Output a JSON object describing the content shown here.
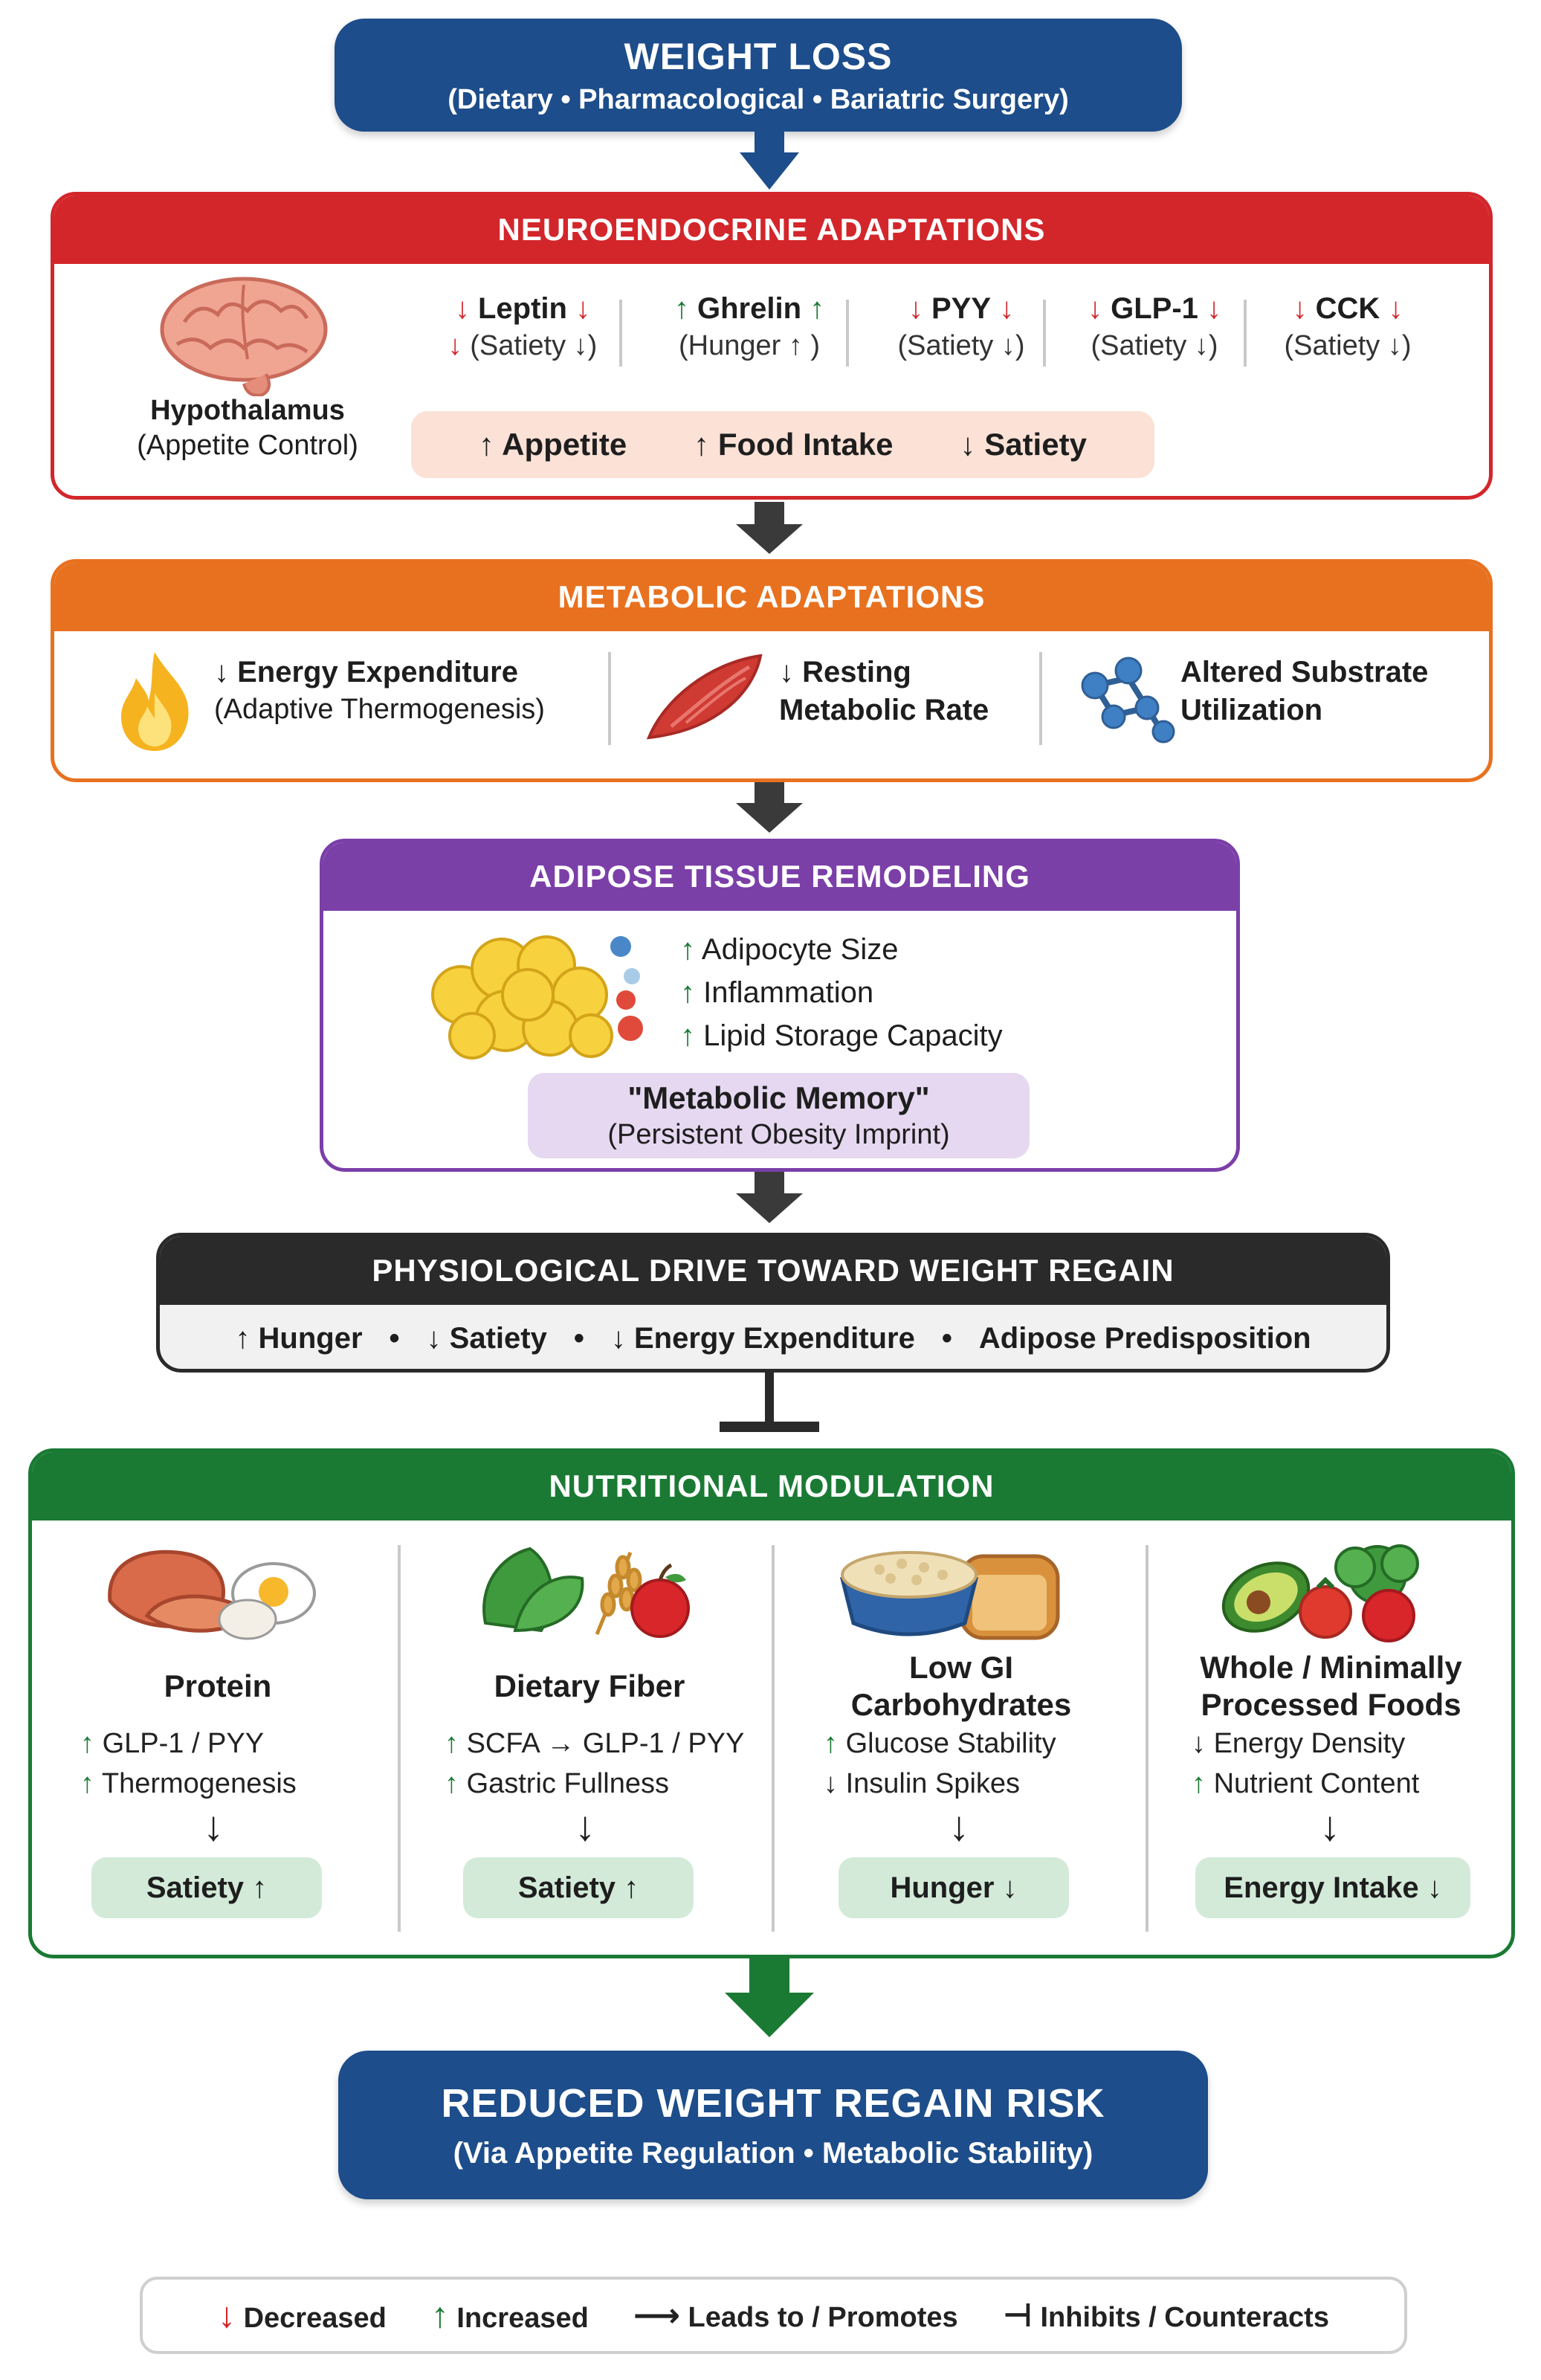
{
  "weight_loss": {
    "title": "WEIGHT LOSS",
    "subtitle": "(Dietary • Pharmacological • Bariatric Surgery)"
  },
  "neuro": {
    "header": "NEUROENDOCRINE ADAPTATIONS",
    "brain_label": "Hypothalamus",
    "brain_sublabel": "(Appetite Control)",
    "hormones": [
      {
        "name": "Leptin",
        "effect": "(Satiety ↓)",
        "dir": "down"
      },
      {
        "name": "Ghrelin",
        "effect": "(Hunger ↑ )",
        "dir": "up"
      },
      {
        "name": "PYY",
        "effect": "(Satiety ↓)",
        "dir": "down"
      },
      {
        "name": "GLP-1",
        "effect": "(Satiety ↓)",
        "dir": "down"
      },
      {
        "name": "CCK",
        "effect": "(Satiety ↓)",
        "dir": "down"
      }
    ],
    "outcomes": [
      "Appetite",
      "Food Intake",
      "Satiety"
    ]
  },
  "metabolic": {
    "header": "METABOLIC ADAPTATIONS",
    "items": [
      {
        "line1": "Energy Expenditure",
        "line2": "(Adaptive Thermogenesis)"
      },
      {
        "line1": "Resting",
        "line2": "Metabolic Rate"
      },
      {
        "line1": "Altered Substrate",
        "line2": "Utilization"
      }
    ]
  },
  "adipose": {
    "header": "ADIPOSE TISSUE REMODELING",
    "effects": [
      "Adipocyte Size",
      "Inflammation",
      "Lipid Storage Capacity"
    ],
    "memory_title": "\"Metabolic Memory\"",
    "memory_sub": "(Persistent Obesity Imprint)"
  },
  "drive": {
    "header": "PHYSIOLOGICAL DRIVE TOWARD WEIGHT REGAIN",
    "items": [
      "Hunger",
      "Satiety",
      "Energy Expenditure",
      "Adipose Predisposition"
    ]
  },
  "nutrition": {
    "header": "NUTRITIONAL MODULATION",
    "columns": [
      {
        "title1": "Protein",
        "title2": "",
        "eff1": "GLP-1 / PYY",
        "eff2": "Thermogenesis",
        "outcome": "Satiety ↑"
      },
      {
        "title1": "Dietary Fiber",
        "title2": "",
        "eff1": "SCFA → GLP-1 / PYY",
        "eff2": "Gastric Fullness",
        "outcome": "Satiety ↑"
      },
      {
        "title1": "Low GI",
        "title2": "Carbohydrates",
        "eff1": "Glucose Stability",
        "eff2": "Insulin Spikes",
        "outcome": "Hunger ↓"
      },
      {
        "title1": "Whole / Minimally",
        "title2": "Processed Foods",
        "eff1": "Energy Density",
        "eff2": "Nutrient Content",
        "outcome": "Energy Intake ↓"
      }
    ]
  },
  "result": {
    "title": "REDUCED WEIGHT REGAIN RISK",
    "subtitle": "(Via Appetite Regulation • Metabolic Stability)"
  },
  "legend": {
    "decreased": "Decreased",
    "increased": "Increased",
    "leads": "Leads to / Promotes",
    "inhibits": "Inhibits / Counteracts"
  },
  "colors": {
    "blue": "#1d4d8a",
    "red": "#d3262b",
    "orange": "#e8711f",
    "purple": "#7b3fa8",
    "dark": "#2a2a2a",
    "green": "#1a7a34"
  }
}
